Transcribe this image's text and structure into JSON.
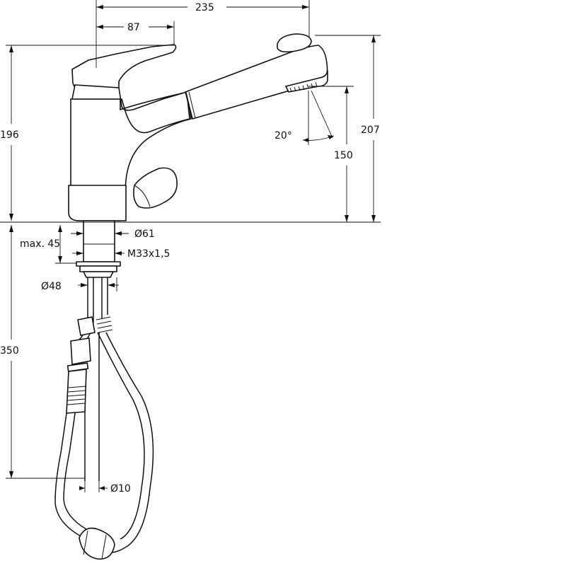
{
  "dimensions": {
    "overall_length": "235",
    "lever_offset": "87",
    "body_height": "196",
    "spout_height": "207",
    "outlet_height": "150",
    "spray_angle": "20°",
    "base_diameter": "Ø61",
    "max_counter_thickness": "max. 45",
    "thread": "M33x1,5",
    "mount_diameter": "Ø48",
    "hose_length": "350",
    "hose_diameter": "Ø10"
  },
  "colors": {
    "line": "#111111",
    "background": "#ffffff"
  }
}
